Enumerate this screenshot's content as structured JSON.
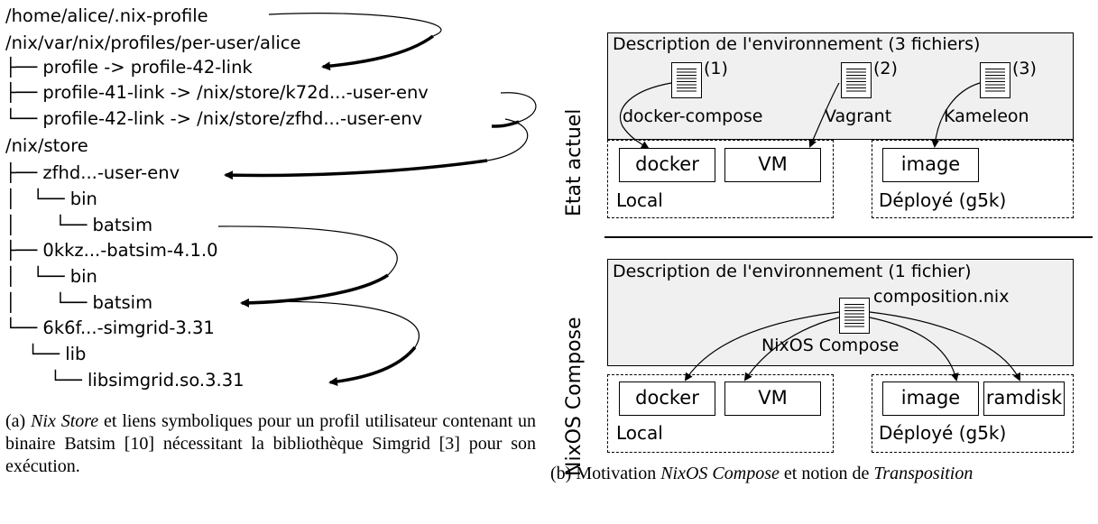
{
  "left": {
    "tree": [
      "/home/alice/.nix-profile",
      "/nix/var/nix/profiles/per-user/alice",
      "├── profile -> profile-42-link",
      "├── profile-41-link -> /nix/store/k72d...-user-env",
      "└── profile-42-link -> /nix/store/zfhd...-user-env",
      "/nix/store",
      "├── zfhd...-user-env",
      "│   └── bin",
      "│       └── batsim",
      "├── 0kkz...-batsim-4.1.0",
      "│   └── bin",
      "│       └── batsim",
      "└── 6k6f...-simgrid-3.31",
      "    └── lib",
      "        └── libsimgrid.so.3.31"
    ],
    "caption": {
      "prefix": "(a) ",
      "emph": "Nix Store",
      "rest": " et liens symboliques pour un profil utilisateur contenant un binaire Batsim [10] nécessitant la bibliothèque Simgrid [3] pour son exécution."
    }
  },
  "right": {
    "top": {
      "side_label": "Etat actuel",
      "env_title": "Description de l'environnement (3 fichiers)",
      "files": [
        "(1)",
        "(2)",
        "(3)"
      ],
      "tools": [
        "docker-compose",
        "Vagrant",
        "Kameleon"
      ],
      "local": {
        "label": "Local",
        "items": [
          "docker",
          "VM"
        ]
      },
      "deployed": {
        "label": "Déployé (g5k)",
        "items": [
          "image"
        ]
      }
    },
    "bottom": {
      "side_label": "NixOS Compose",
      "env_title": "Description de l'environnement (1 fichier)",
      "file_name": "composition.nix",
      "tool": "NixOS Compose",
      "local": {
        "label": "Local",
        "items": [
          "docker",
          "VM"
        ]
      },
      "deployed": {
        "label": "Déployé (g5k)",
        "items": [
          "image",
          "ramdisk"
        ]
      }
    },
    "caption": {
      "prefix": "(b) Motivation ",
      "emph1": "NixOS Compose",
      "middle": " et notion de ",
      "emph2": "Transposition"
    }
  }
}
